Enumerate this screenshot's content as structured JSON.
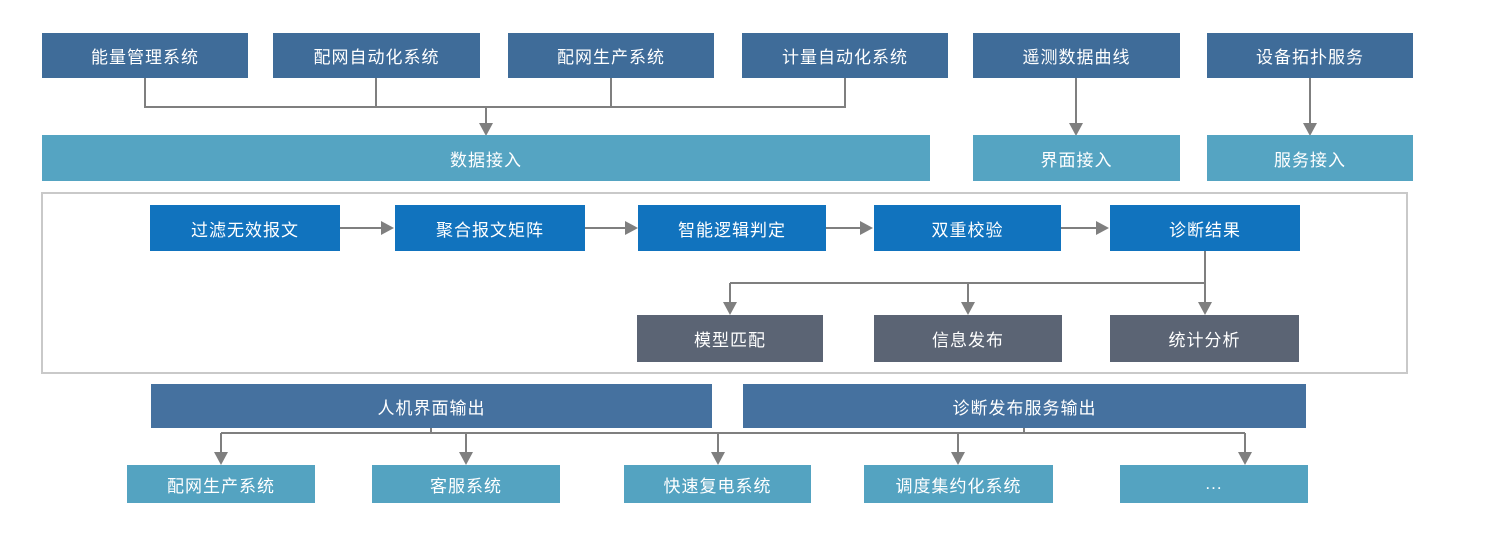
{
  "diagram": {
    "source_systems": [
      {
        "label": "能量管理系统"
      },
      {
        "label": "配网自动化系统"
      },
      {
        "label": "配网生产系统"
      },
      {
        "label": "计量自动化系统"
      },
      {
        "label": "遥测数据曲线"
      },
      {
        "label": "设备拓扑服务"
      }
    ],
    "access_layer": [
      {
        "label": "数据接入"
      },
      {
        "label": "界面接入"
      },
      {
        "label": "服务接入"
      }
    ],
    "process_flow": [
      {
        "label": "过滤无效报文"
      },
      {
        "label": "聚合报文矩阵"
      },
      {
        "label": "智能逻辑判定"
      },
      {
        "label": "双重校验"
      },
      {
        "label": "诊断结果"
      }
    ],
    "diagnosis_outputs": [
      {
        "label": "模型匹配"
      },
      {
        "label": "信息发布"
      },
      {
        "label": "统计分析"
      }
    ],
    "output_channels": [
      {
        "label": "人机界面输出"
      },
      {
        "label": "诊断发布服务输出"
      }
    ],
    "target_systems": [
      {
        "label": "配网生产系统"
      },
      {
        "label": "客服系统"
      },
      {
        "label": "快速复电系统"
      },
      {
        "label": "调度集约化系统"
      },
      {
        "label": "..."
      }
    ],
    "colors": {
      "source_box": "#3f6c99",
      "access_bar": "#55a4c2",
      "process_box": "#1173be",
      "diagnosis_box": "#5b6474",
      "output_bar": "#45719f",
      "target_box": "#54a3c1",
      "connector": "#7f7f7f",
      "container_border": "#c9c9c9"
    }
  }
}
